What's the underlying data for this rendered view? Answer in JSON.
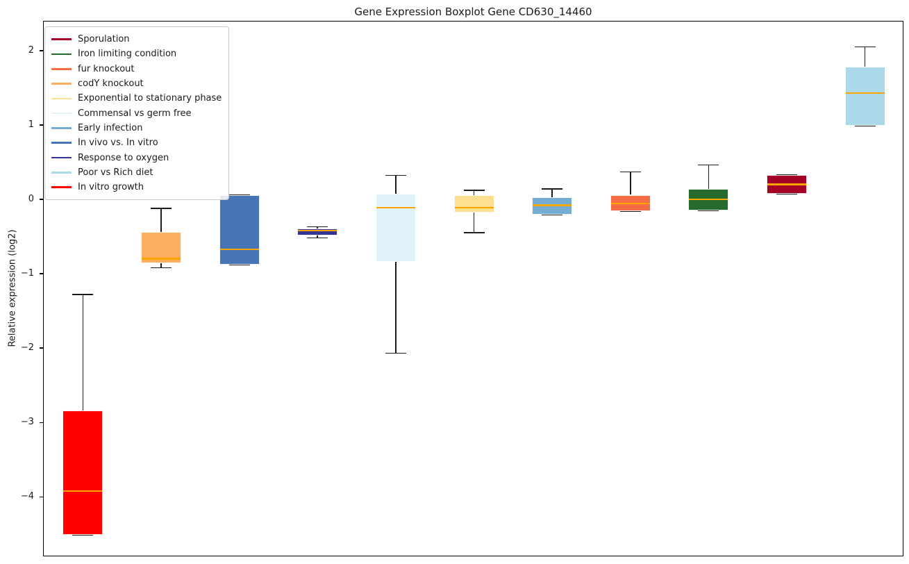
{
  "title": "Gene Expression Boxplot Gene CD630_14460",
  "y_axis": {
    "label": "Relative expression (log2)",
    "ticks": [
      2,
      1,
      0,
      -1,
      -2,
      -3,
      -4
    ]
  },
  "chart_data": {
    "type": "boxplot",
    "title": "Gene Expression Boxplot Gene CD630_14460",
    "xlabel": "",
    "ylabel": "Relative expression (log2)",
    "ylim": [
      -4.8,
      2.4
    ],
    "yticks": [
      2,
      1,
      0,
      -1,
      -2,
      -3,
      -4
    ],
    "grid": false,
    "legend_position": "upper left",
    "whisker_color": "#1a1a1a",
    "median_color": "#ffa500",
    "box_edge_color": "#ffffff",
    "series": [
      {
        "name": "In vitro growth",
        "color": "#ff0000",
        "whisker_low": -4.5,
        "q1": -4.5,
        "median": -3.91,
        "q3": -2.83,
        "whisker_high": -1.27
      },
      {
        "name": "codY knockout",
        "color": "#fdae61",
        "whisker_low": -0.91,
        "q1": -0.85,
        "median": -0.79,
        "q3": -0.43,
        "whisker_high": -0.11
      },
      {
        "name": "In vivo vs. In vitro",
        "color": "#4575b4",
        "whisker_low": -0.87,
        "q1": -0.87,
        "median": -0.66,
        "q3": 0.07,
        "whisker_high": 0.07
      },
      {
        "name": "Response to oxygen",
        "color": "#313695",
        "whisker_low": -0.51,
        "q1": -0.48,
        "median": -0.41,
        "q3": -0.38,
        "whisker_high": -0.36
      },
      {
        "name": "Commensal vs germ free",
        "color": "#e0f3f8",
        "whisker_low": -2.06,
        "q1": -0.83,
        "median": -0.1,
        "q3": 0.08,
        "whisker_high": 0.33
      },
      {
        "name": "Exponential to stationary phase",
        "color": "#fee090",
        "whisker_low": -0.44,
        "q1": -0.17,
        "median": -0.1,
        "q3": 0.07,
        "whisker_high": 0.13
      },
      {
        "name": "Early infection",
        "color": "#74add1",
        "whisker_low": -0.2,
        "q1": -0.2,
        "median": -0.07,
        "q3": 0.04,
        "whisker_high": 0.15
      },
      {
        "name": "fur knockout",
        "color": "#f46d43",
        "whisker_low": -0.15,
        "q1": -0.15,
        "median": -0.05,
        "q3": 0.07,
        "whisker_high": 0.38
      },
      {
        "name": "Iron limiting condition",
        "color": "#266b2c",
        "whisker_low": -0.14,
        "q1": -0.14,
        "median": 0.01,
        "q3": 0.15,
        "whisker_high": 0.47
      },
      {
        "name": "Sporulation",
        "color": "#a50026",
        "whisker_low": 0.08,
        "q1": 0.08,
        "median": 0.21,
        "q3": 0.34,
        "whisker_high": 0.34
      },
      {
        "name": "Poor vs Rich diet",
        "color": "#abd9e9",
        "whisker_low": 1.0,
        "q1": 1.0,
        "median": 1.44,
        "q3": 1.79,
        "whisker_high": 2.06
      }
    ],
    "legend": [
      {
        "label": "Sporulation",
        "color": "#a50026"
      },
      {
        "label": "Iron limiting condition",
        "color": "#266b2c"
      },
      {
        "label": "fur knockout",
        "color": "#f46d43"
      },
      {
        "label": "codY knockout",
        "color": "#fdae61"
      },
      {
        "label": "Exponential to stationary phase",
        "color": "#fee090"
      },
      {
        "label": "Commensal vs germ free",
        "color": "#e0f3f8"
      },
      {
        "label": "Early infection",
        "color": "#74add1"
      },
      {
        "label": "In vivo vs. In vitro",
        "color": "#4575b4"
      },
      {
        "label": "Response to oxygen",
        "color": "#313695"
      },
      {
        "label": "Poor vs Rich diet",
        "color": "#abd9e9"
      },
      {
        "label": "In vitro growth",
        "color": "#ff0000"
      }
    ]
  }
}
